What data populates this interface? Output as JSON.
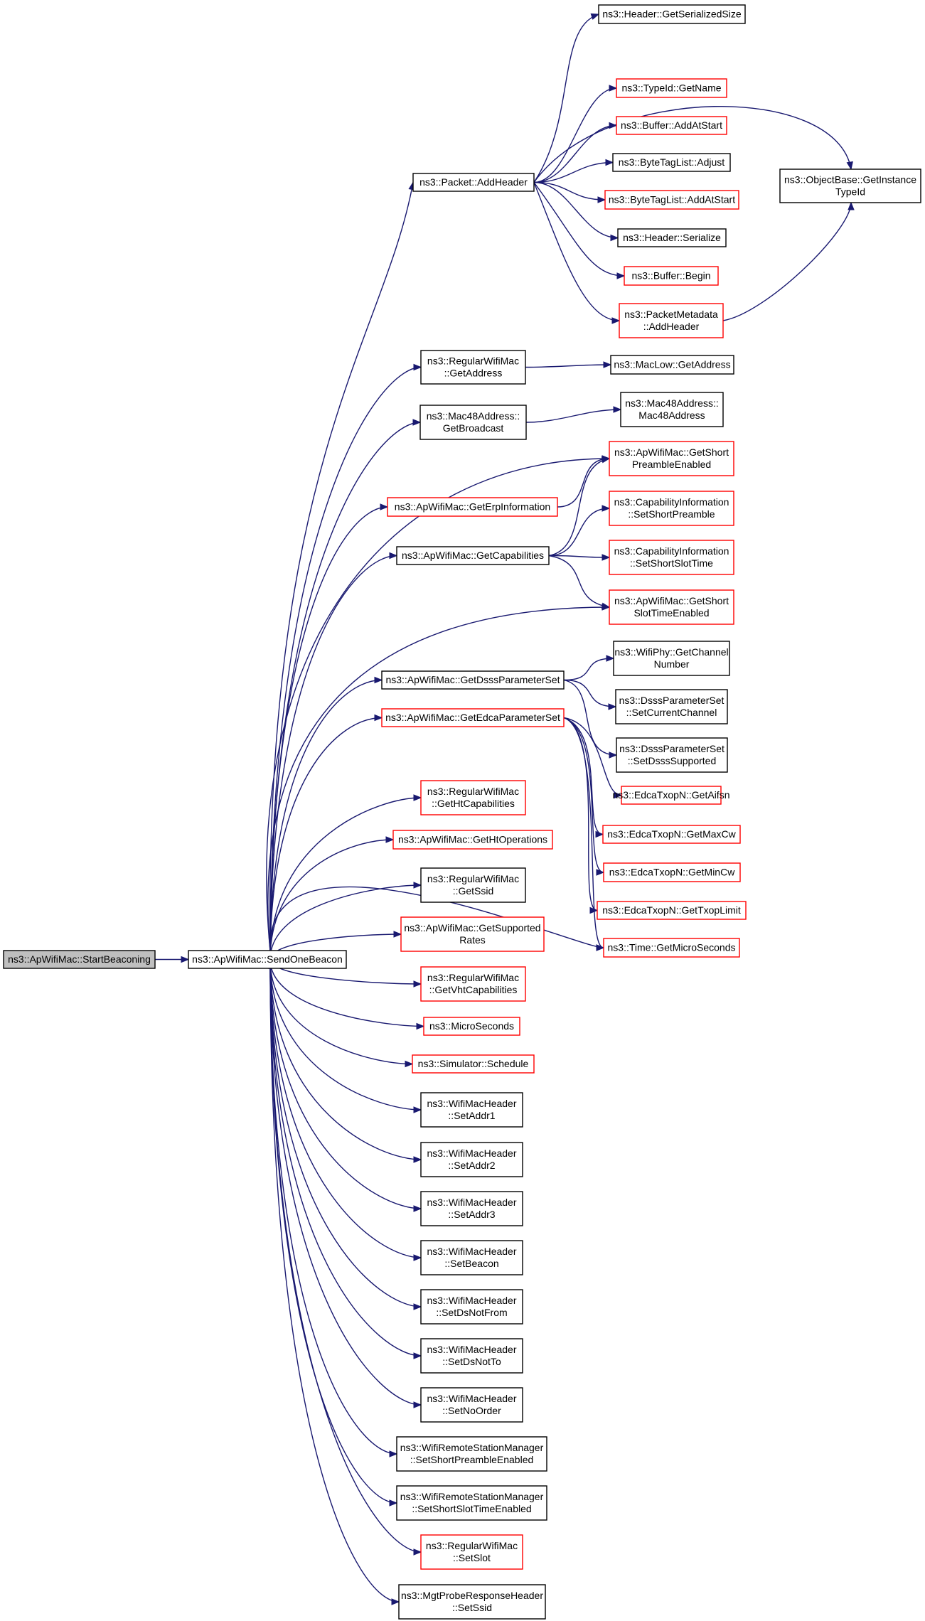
{
  "colors": {
    "edge": "#191970",
    "border_normal": "#000000",
    "border_truncated": "#ff0000",
    "fill_root": "#bfbfbf",
    "fill_normal": "#ffffff"
  },
  "nodes": [
    {
      "id": "start_beaconing",
      "lines": [
        "ns3::ApWifiMac::StartBeaconing"
      ],
      "style": "root"
    },
    {
      "id": "send_one_beacon",
      "lines": [
        "ns3::ApWifiMac::SendOneBeacon"
      ],
      "style": "normal"
    },
    {
      "id": "get_serialized_size",
      "lines": [
        "ns3::Header::GetSerializedSize"
      ],
      "style": "normal"
    },
    {
      "id": "packet_add_header",
      "lines": [
        "ns3::Packet::AddHeader"
      ],
      "style": "normal"
    },
    {
      "id": "typeid_get_name",
      "lines": [
        "ns3::TypeId::GetName"
      ],
      "style": "truncated"
    },
    {
      "id": "buffer_add_at_start",
      "lines": [
        "ns3::Buffer::AddAtStart"
      ],
      "style": "truncated"
    },
    {
      "id": "bytetaglist_adjust",
      "lines": [
        "ns3::ByteTagList::Adjust"
      ],
      "style": "normal"
    },
    {
      "id": "bytetaglist_add_at_start",
      "lines": [
        "ns3::ByteTagList::AddAtStart"
      ],
      "style": "truncated"
    },
    {
      "id": "header_serialize",
      "lines": [
        "ns3::Header::Serialize"
      ],
      "style": "normal"
    },
    {
      "id": "buffer_begin",
      "lines": [
        "ns3::Buffer::Begin"
      ],
      "style": "truncated"
    },
    {
      "id": "packetmetadata_add_header",
      "lines": [
        "ns3::PacketMetadata",
        "::AddHeader"
      ],
      "style": "truncated"
    },
    {
      "id": "objectbase_get_instance_typeid",
      "lines": [
        "ns3::ObjectBase::GetInstance",
        "TypeId"
      ],
      "style": "normal"
    },
    {
      "id": "regularwifimac_get_address",
      "lines": [
        "ns3::RegularWifiMac",
        "::GetAddress"
      ],
      "style": "normal"
    },
    {
      "id": "maclow_get_address",
      "lines": [
        "ns3::MacLow::GetAddress"
      ],
      "style": "normal"
    },
    {
      "id": "mac48address_get_broadcast",
      "lines": [
        "ns3::Mac48Address::",
        "GetBroadcast"
      ],
      "style": "normal"
    },
    {
      "id": "mac48address_ctor",
      "lines": [
        "ns3::Mac48Address::",
        "Mac48Address"
      ],
      "style": "normal"
    },
    {
      "id": "get_short_preamble_enabled",
      "lines": [
        "ns3::ApWifiMac::GetShort",
        "PreambleEnabled"
      ],
      "style": "truncated"
    },
    {
      "id": "get_erp_information",
      "lines": [
        "ns3::ApWifiMac::GetErpInformation"
      ],
      "style": "truncated"
    },
    {
      "id": "capinfo_set_short_preamble",
      "lines": [
        "ns3::CapabilityInformation",
        "::SetShortPreamble"
      ],
      "style": "truncated"
    },
    {
      "id": "get_capabilities",
      "lines": [
        "ns3::ApWifiMac::GetCapabilities"
      ],
      "style": "normal"
    },
    {
      "id": "capinfo_set_short_slot_time",
      "lines": [
        "ns3::CapabilityInformation",
        "::SetShortSlotTime"
      ],
      "style": "truncated"
    },
    {
      "id": "get_short_slot_time_enabled",
      "lines": [
        "ns3::ApWifiMac::GetShort",
        "SlotTimeEnabled"
      ],
      "style": "truncated"
    },
    {
      "id": "wifiphy_get_channel_number",
      "lines": [
        "ns3::WifiPhy::GetChannel",
        "Number"
      ],
      "style": "normal"
    },
    {
      "id": "get_dsss_parameter_set",
      "lines": [
        "ns3::ApWifiMac::GetDsssParameterSet"
      ],
      "style": "normal"
    },
    {
      "id": "dsss_set_current_channel",
      "lines": [
        "ns3::DsssParameterSet",
        "::SetCurrentChannel"
      ],
      "style": "normal"
    },
    {
      "id": "get_edca_parameter_set",
      "lines": [
        "ns3::ApWifiMac::GetEdcaParameterSet"
      ],
      "style": "truncated"
    },
    {
      "id": "dsss_set_dsss_supported",
      "lines": [
        "ns3::DsssParameterSet",
        "::SetDsssSupported"
      ],
      "style": "normal"
    },
    {
      "id": "regularwifimac_get_ht_capabilities",
      "lines": [
        "ns3::RegularWifiMac",
        "::GetHtCapabilities"
      ],
      "style": "truncated"
    },
    {
      "id": "edcatxopn_get_aifsn",
      "lines": [
        "ns3::EdcaTxopN::GetAifsn"
      ],
      "style": "truncated"
    },
    {
      "id": "get_ht_operations",
      "lines": [
        "ns3::ApWifiMac::GetHtOperations"
      ],
      "style": "truncated"
    },
    {
      "id": "edcatxopn_get_max_cw",
      "lines": [
        "ns3::EdcaTxopN::GetMaxCw"
      ],
      "style": "truncated"
    },
    {
      "id": "regularwifimac_get_ssid",
      "lines": [
        "ns3::RegularWifiMac",
        "::GetSsid"
      ],
      "style": "normal"
    },
    {
      "id": "edcatxopn_get_min_cw",
      "lines": [
        "ns3::EdcaTxopN::GetMinCw"
      ],
      "style": "truncated"
    },
    {
      "id": "edcatxopn_get_txop_limit",
      "lines": [
        "ns3::EdcaTxopN::GetTxopLimit"
      ],
      "style": "truncated"
    },
    {
      "id": "get_supported_rates",
      "lines": [
        "ns3::ApWifiMac::GetSupported",
        "Rates"
      ],
      "style": "truncated"
    },
    {
      "id": "time_get_micro_seconds",
      "lines": [
        "ns3::Time::GetMicroSeconds"
      ],
      "style": "truncated"
    },
    {
      "id": "regularwifimac_get_vht_capabilities",
      "lines": [
        "ns3::RegularWifiMac",
        "::GetVhtCapabilities"
      ],
      "style": "truncated"
    },
    {
      "id": "micro_seconds",
      "lines": [
        "ns3::MicroSeconds"
      ],
      "style": "truncated"
    },
    {
      "id": "simulator_schedule",
      "lines": [
        "ns3::Simulator::Schedule"
      ],
      "style": "truncated"
    },
    {
      "id": "wifimacheader_set_addr1",
      "lines": [
        "ns3::WifiMacHeader",
        "::SetAddr1"
      ],
      "style": "normal"
    },
    {
      "id": "wifimacheader_set_addr2",
      "lines": [
        "ns3::WifiMacHeader",
        "::SetAddr2"
      ],
      "style": "normal"
    },
    {
      "id": "wifimacheader_set_addr3",
      "lines": [
        "ns3::WifiMacHeader",
        "::SetAddr3"
      ],
      "style": "normal"
    },
    {
      "id": "wifimacheader_set_beacon",
      "lines": [
        "ns3::WifiMacHeader",
        "::SetBeacon"
      ],
      "style": "normal"
    },
    {
      "id": "wifimacheader_set_ds_not_from",
      "lines": [
        "ns3::WifiMacHeader",
        "::SetDsNotFrom"
      ],
      "style": "normal"
    },
    {
      "id": "wifimacheader_set_ds_not_to",
      "lines": [
        "ns3::WifiMacHeader",
        "::SetDsNotTo"
      ],
      "style": "normal"
    },
    {
      "id": "wifimacheader_set_no_order",
      "lines": [
        "ns3::WifiMacHeader",
        "::SetNoOrder"
      ],
      "style": "normal"
    },
    {
      "id": "wrsm_set_short_preamble_enabled",
      "lines": [
        "ns3::WifiRemoteStationManager",
        "::SetShortPreambleEnabled"
      ],
      "style": "normal"
    },
    {
      "id": "wrsm_set_short_slot_time_enabled",
      "lines": [
        "ns3::WifiRemoteStationManager",
        "::SetShortSlotTimeEnabled"
      ],
      "style": "normal"
    },
    {
      "id": "regularwifimac_set_slot",
      "lines": [
        "ns3::RegularWifiMac",
        "::SetSlot"
      ],
      "style": "truncated"
    },
    {
      "id": "mgtproberesponseheader_set_ssid",
      "lines": [
        "ns3::MgtProbeResponseHeader",
        "::SetSsid"
      ],
      "style": "normal"
    }
  ],
  "edges": [
    [
      "start_beaconing",
      "send_one_beacon"
    ],
    [
      "send_one_beacon",
      "packet_add_header"
    ],
    [
      "send_one_beacon",
      "regularwifimac_get_address"
    ],
    [
      "send_one_beacon",
      "mac48address_get_broadcast"
    ],
    [
      "send_one_beacon",
      "get_short_preamble_enabled"
    ],
    [
      "send_one_beacon",
      "get_erp_information"
    ],
    [
      "send_one_beacon",
      "get_capabilities"
    ],
    [
      "send_one_beacon",
      "get_short_slot_time_enabled"
    ],
    [
      "send_one_beacon",
      "get_dsss_parameter_set"
    ],
    [
      "send_one_beacon",
      "get_edca_parameter_set"
    ],
    [
      "send_one_beacon",
      "time_get_micro_seconds"
    ],
    [
      "send_one_beacon",
      "regularwifimac_get_ht_capabilities"
    ],
    [
      "send_one_beacon",
      "get_ht_operations"
    ],
    [
      "send_one_beacon",
      "regularwifimac_get_ssid"
    ],
    [
      "send_one_beacon",
      "get_supported_rates"
    ],
    [
      "send_one_beacon",
      "regularwifimac_get_vht_capabilities"
    ],
    [
      "send_one_beacon",
      "micro_seconds"
    ],
    [
      "send_one_beacon",
      "simulator_schedule"
    ],
    [
      "send_one_beacon",
      "wifimacheader_set_addr1"
    ],
    [
      "send_one_beacon",
      "wifimacheader_set_addr2"
    ],
    [
      "send_one_beacon",
      "wifimacheader_set_addr3"
    ],
    [
      "send_one_beacon",
      "wifimacheader_set_beacon"
    ],
    [
      "send_one_beacon",
      "wifimacheader_set_ds_not_from"
    ],
    [
      "send_one_beacon",
      "wifimacheader_set_ds_not_to"
    ],
    [
      "send_one_beacon",
      "wifimacheader_set_no_order"
    ],
    [
      "send_one_beacon",
      "wrsm_set_short_preamble_enabled"
    ],
    [
      "send_one_beacon",
      "wrsm_set_short_slot_time_enabled"
    ],
    [
      "send_one_beacon",
      "regularwifimac_set_slot"
    ],
    [
      "send_one_beacon",
      "mgtproberesponseheader_set_ssid"
    ],
    [
      "packet_add_header",
      "get_serialized_size"
    ],
    [
      "packet_add_header",
      "objectbase_get_instance_typeid"
    ],
    [
      "packet_add_header",
      "typeid_get_name"
    ],
    [
      "packet_add_header",
      "buffer_add_at_start"
    ],
    [
      "packet_add_header",
      "bytetaglist_adjust"
    ],
    [
      "packet_add_header",
      "bytetaglist_add_at_start"
    ],
    [
      "packet_add_header",
      "header_serialize"
    ],
    [
      "packet_add_header",
      "buffer_begin"
    ],
    [
      "packet_add_header",
      "packetmetadata_add_header"
    ],
    [
      "packetmetadata_add_header",
      "objectbase_get_instance_typeid"
    ],
    [
      "regularwifimac_get_address",
      "maclow_get_address"
    ],
    [
      "mac48address_get_broadcast",
      "mac48address_ctor"
    ],
    [
      "get_erp_information",
      "get_short_preamble_enabled"
    ],
    [
      "get_capabilities",
      "get_short_preamble_enabled"
    ],
    [
      "get_capabilities",
      "capinfo_set_short_preamble"
    ],
    [
      "get_capabilities",
      "capinfo_set_short_slot_time"
    ],
    [
      "get_capabilities",
      "get_short_slot_time_enabled"
    ],
    [
      "get_dsss_parameter_set",
      "wifiphy_get_channel_number"
    ],
    [
      "get_dsss_parameter_set",
      "dsss_set_current_channel"
    ],
    [
      "get_dsss_parameter_set",
      "dsss_set_dsss_supported"
    ],
    [
      "get_edca_parameter_set",
      "edcatxopn_get_aifsn"
    ],
    [
      "get_edca_parameter_set",
      "edcatxopn_get_max_cw"
    ],
    [
      "get_edca_parameter_set",
      "edcatxopn_get_min_cw"
    ],
    [
      "get_edca_parameter_set",
      "edcatxopn_get_txop_limit"
    ],
    [
      "get_edca_parameter_set",
      "time_get_micro_seconds"
    ]
  ]
}
